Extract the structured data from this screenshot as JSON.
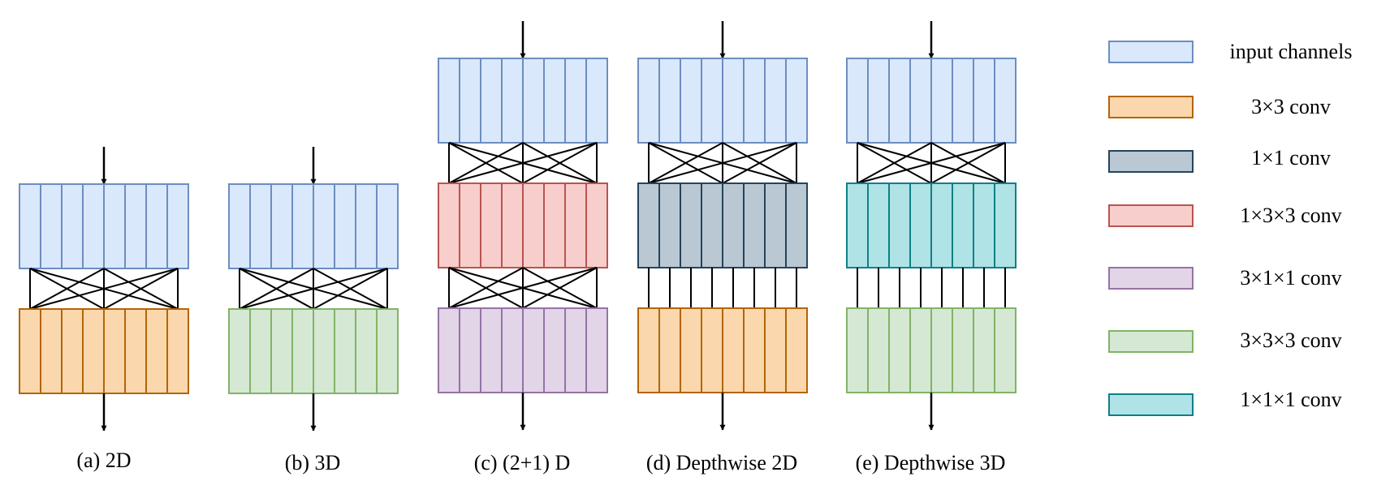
{
  "colors": {
    "input_channels": {
      "fill": "#dae8fc",
      "stroke": "#6c8ebf"
    },
    "conv_3x3": {
      "fill": "#fad7ac",
      "stroke": "#b46504"
    },
    "conv_1x1": {
      "fill": "#bac8d3",
      "stroke": "#23445d"
    },
    "conv_1x3x3": {
      "fill": "#f8cecc",
      "stroke": "#b85450"
    },
    "conv_3x1x1": {
      "fill": "#e1d5e7",
      "stroke": "#9673a6"
    },
    "conv_3x3x3": {
      "fill": "#d5e8d4",
      "stroke": "#82b366"
    },
    "conv_1x1x1": {
      "fill": "#b0e3e6",
      "stroke": "#0e8088"
    }
  },
  "legend": [
    {
      "key": "input_channels",
      "label": "input channels"
    },
    {
      "key": "conv_3x3",
      "label": "3×3 conv"
    },
    {
      "key": "conv_1x1",
      "label": "1×1 conv"
    },
    {
      "key": "conv_1x3x3",
      "label": "1×3×3 conv"
    },
    {
      "key": "conv_3x1x1",
      "label": "3×1×1 conv"
    },
    {
      "key": "conv_3x3x3",
      "label": "3×3×3 conv"
    },
    {
      "key": "conv_1x1x1",
      "label": "1×1×1 conv"
    }
  ],
  "blocks": [
    {
      "id": "a",
      "caption": "(a) 2D",
      "layers": [
        "input_channels",
        "conv_3x3"
      ],
      "connections": [
        "full"
      ]
    },
    {
      "id": "b",
      "caption": "(b) 3D",
      "layers": [
        "input_channels",
        "conv_3x3x3"
      ],
      "connections": [
        "full"
      ]
    },
    {
      "id": "c",
      "caption": "(c) (2+1) D",
      "layers": [
        "input_channels",
        "conv_1x3x3",
        "conv_3x1x1"
      ],
      "connections": [
        "full",
        "full"
      ]
    },
    {
      "id": "d",
      "caption": "(d) Depthwise 2D",
      "layers": [
        "input_channels",
        "conv_1x1",
        "conv_3x3"
      ],
      "connections": [
        "full",
        "depthwise"
      ]
    },
    {
      "id": "e",
      "caption": "(e) Depthwise 3D",
      "layers": [
        "input_channels",
        "conv_1x1x1",
        "conv_3x3x3"
      ],
      "connections": [
        "full",
        "depthwise"
      ]
    }
  ]
}
